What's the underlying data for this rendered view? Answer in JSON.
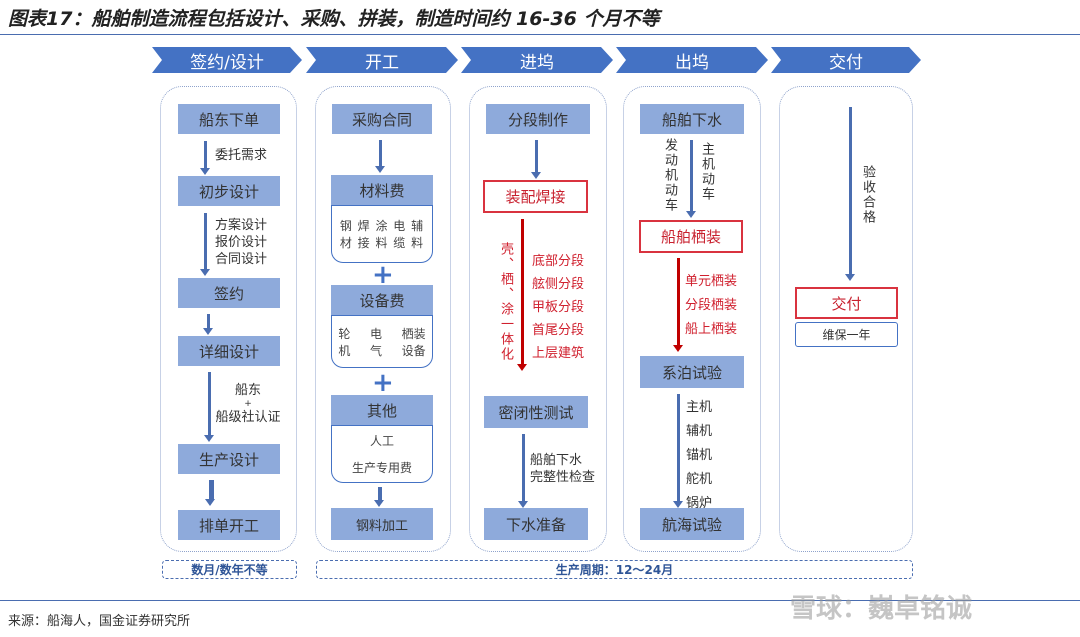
{
  "title": "图表17：船舶制造流程包括设计、采购、拼装，制造时间约 16-36 个月不等",
  "stages": [
    "签约/设计",
    "开工",
    "进坞",
    "出坞",
    "交付"
  ],
  "col1": {
    "boxes": [
      "船东下单",
      "初步设计",
      "签约",
      "详细设计",
      "生产设计",
      "排单开工"
    ],
    "label1": "委托需求",
    "label2": [
      "方案设计",
      "报价设计",
      "合同设计"
    ],
    "label3": [
      "船东",
      "+",
      "船级社认证"
    ]
  },
  "col2": {
    "top": "采购合同",
    "materials": "材料费",
    "materials_items": [
      "钢 焊 涂 电 辅",
      "材 接 料 缆 料"
    ],
    "plus": "+",
    "equipment": "设备费",
    "equipment_items": [
      "轮 　 电 　 栖装",
      "机 　 气 　 设备"
    ],
    "other": "其他",
    "other_items": [
      "人工",
      "生产专用费"
    ],
    "bottom": "钢料加工"
  },
  "col3": {
    "top": "分段制作",
    "red_box": "装配焊接",
    "vertical": "壳、栖、涂一体化",
    "red_items": [
      "底部分段",
      "舷侧分段",
      "甲板分段",
      "首尾分段",
      "上层建筑"
    ],
    "test": "密闭性测试",
    "check": [
      "船舶下水",
      "完整性检查"
    ],
    "bottom": "下水准备"
  },
  "col4": {
    "top": "船舶下水",
    "v1": "发动机动车",
    "v2": "主机动车",
    "red_box": "船舶栖装",
    "red_items": [
      "单元栖装",
      "分段栖装",
      "船上栖装"
    ],
    "mooring": "系泊试验",
    "items": [
      "主机",
      "辅机",
      "锚机",
      "舵机",
      "锅炉"
    ],
    "bottom": "航海试验"
  },
  "col5": {
    "vertical": "验收合格",
    "red_box": "交付",
    "maint": "维保一年"
  },
  "period1": "数月/数年不等",
  "period2": "生产周期：12～24月",
  "source": "来源：船海人，国金证券研究所",
  "watermark": "雪球：巍卓铭诚"
}
